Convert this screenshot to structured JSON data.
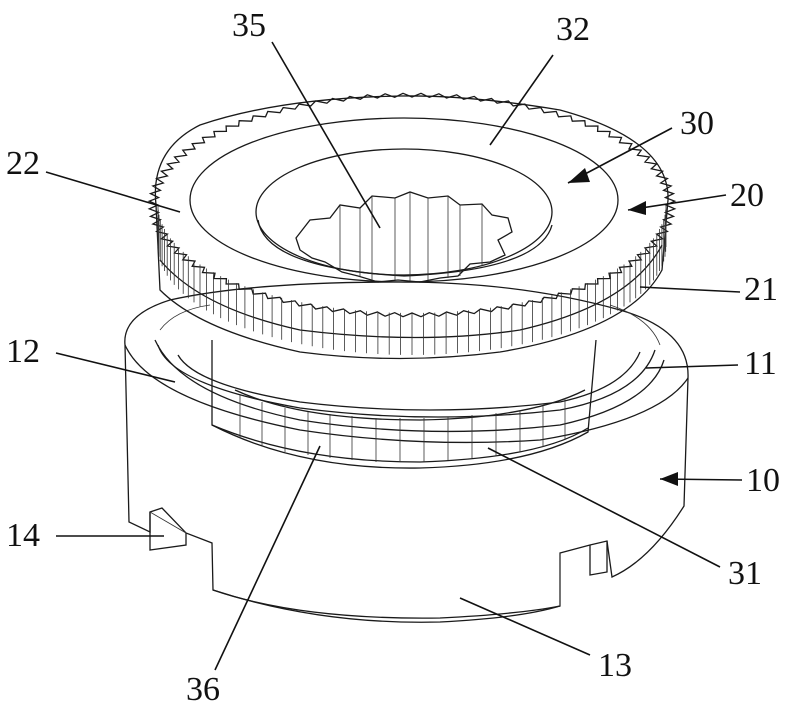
{
  "figure": {
    "labels": [
      {
        "id": "35",
        "text": "35"
      },
      {
        "id": "32",
        "text": "32"
      },
      {
        "id": "30",
        "text": "30"
      },
      {
        "id": "22",
        "text": "22"
      },
      {
        "id": "20",
        "text": "20"
      },
      {
        "id": "21",
        "text": "21"
      },
      {
        "id": "12",
        "text": "12"
      },
      {
        "id": "11",
        "text": "11"
      },
      {
        "id": "10",
        "text": "10"
      },
      {
        "id": "14",
        "text": "14"
      },
      {
        "id": "31",
        "text": "31"
      },
      {
        "id": "13",
        "text": "13"
      },
      {
        "id": "36",
        "text": "36"
      }
    ]
  }
}
